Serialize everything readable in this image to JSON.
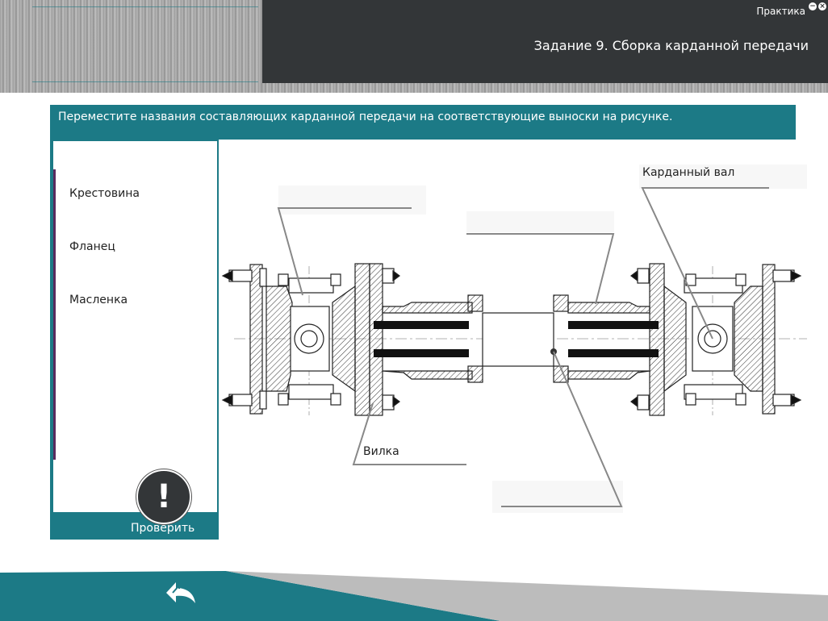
{
  "header": {
    "section_label": "Практика",
    "minimize_glyph": "−",
    "close_glyph": "×",
    "task_title": "Задание 9. Сборка карданной передачи"
  },
  "instruction": "Переместите названия составляющих карданной передачи на соответствующие выноски на рисунке.",
  "terms": [
    {
      "label": "Крестовина"
    },
    {
      "label": "Фланец"
    },
    {
      "label": "Масленка"
    }
  ],
  "check_button": {
    "icon_glyph": "!",
    "label": "Проверить"
  },
  "callouts": {
    "drive_shaft": "Карданный вал",
    "fork": "Вилка"
  },
  "icons": {
    "back": "back-arrow-icon",
    "alert": "exclamation-icon"
  },
  "colors": {
    "accent": "#1c7a86",
    "dark": "#333638",
    "left_accent": "#5a2a5e"
  }
}
